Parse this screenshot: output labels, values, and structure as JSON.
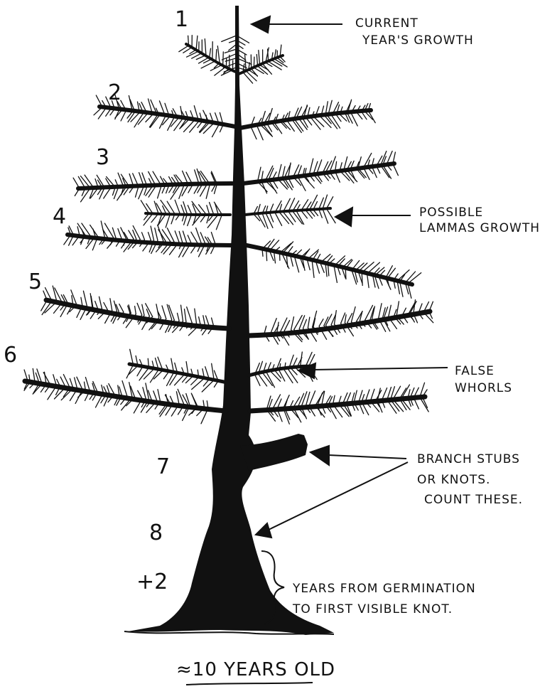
{
  "whorl_numbers": [
    "1",
    "2",
    "3",
    "4",
    "5",
    "6",
    "7",
    "8",
    "+2"
  ],
  "annotations": {
    "current_growth": [
      "CURRENT",
      "YEAR'S GROWTH"
    ],
    "lammas": [
      "POSSIBLE",
      "LAMMAS GROWTH"
    ],
    "false_whorls": [
      "FALSE",
      "WHORLS"
    ],
    "branch_stubs": [
      "BRANCH STUBS",
      "OR KNOTS.",
      "COUNT THESE."
    ],
    "germination": [
      "YEARS FROM GERMINATION",
      "TO FIRST VISIBLE KNOT."
    ]
  },
  "caption": "≈10 YEARS OLD",
  "colors": {
    "ink": "#111111",
    "paper": "#ffffff"
  }
}
